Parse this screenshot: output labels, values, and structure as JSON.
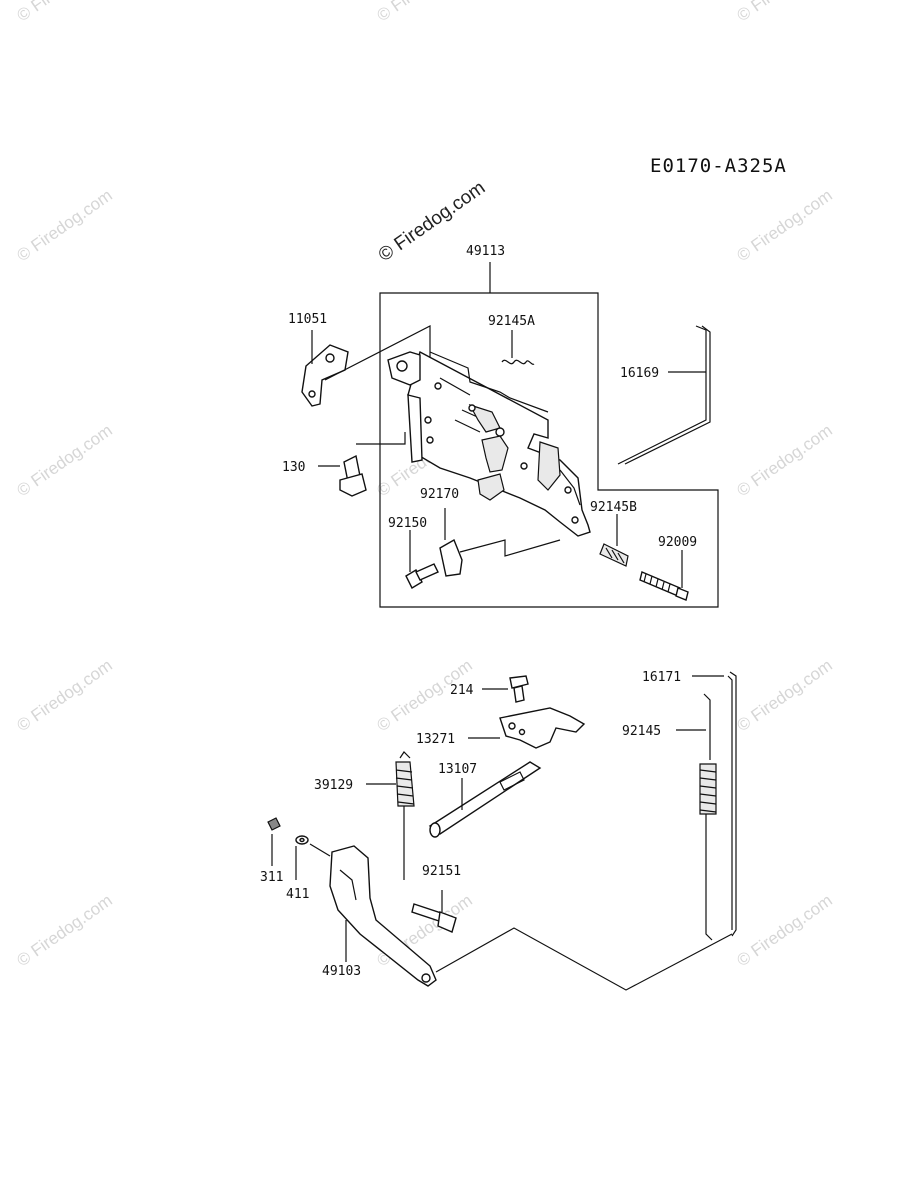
{
  "diagram": {
    "code": "E0170-A325A",
    "watermark": "© Firedog.com",
    "labels": {
      "p49113": "49113",
      "p11051": "11051",
      "p92145A": "92145A",
      "p16169": "16169",
      "p130": "130",
      "p92170": "92170",
      "p92145B": "92145B",
      "p92150": "92150",
      "p92009": "92009",
      "p16171": "16171",
      "p214": "214",
      "p13271": "13271",
      "p92145": "92145",
      "p39129": "39129",
      "p13107": "13107",
      "p311": "311",
      "p411": "411",
      "p92151": "92151",
      "p49103": "49103"
    }
  }
}
